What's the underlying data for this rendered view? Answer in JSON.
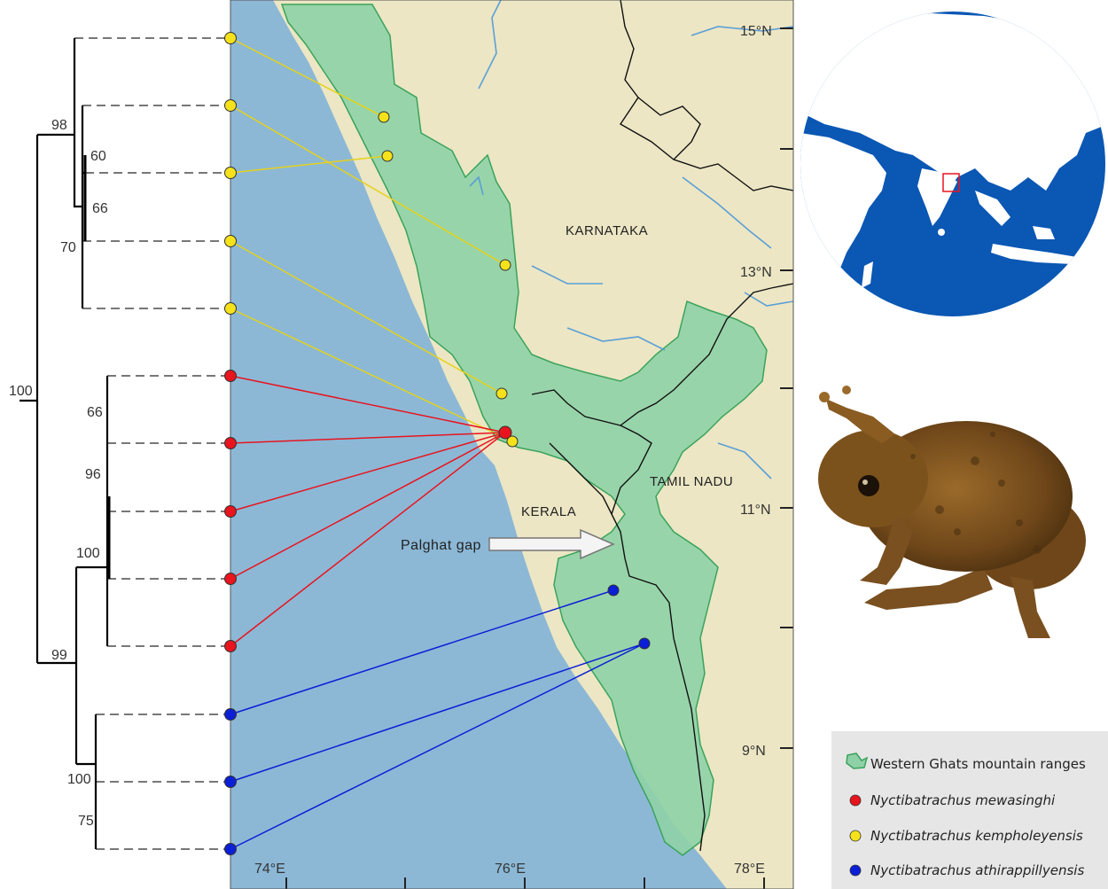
{
  "support_values": [
    "98",
    "60",
    "66",
    "70",
    "100",
    "66",
    "96",
    "100",
    "99",
    "100",
    "75"
  ],
  "map": {
    "states": [
      "KARNATAKA",
      "TAMIL NADU",
      "KERALA"
    ],
    "gap_label": "Palghat gap",
    "latitudes": [
      "15°N",
      "13°N",
      "11°N",
      "9°N"
    ],
    "longitudes": [
      "74°E",
      "76°E",
      "78°E"
    ]
  },
  "legend": {
    "range_label": "Western Ghats mountain ranges",
    "species": [
      {
        "name": "Nyctibatrachus mewasinghi",
        "color": "#e8141e"
      },
      {
        "name": "Nyctibatrachus kempholeyensis",
        "color": "#f5e21a"
      },
      {
        "name": "Nyctibatrachus athirappillyensis",
        "color": "#0b1fd6"
      }
    ]
  },
  "colors": {
    "sea": "#8cb8d6",
    "land": "#ece6c4",
    "ghats": "#8fd1a7",
    "globe_ocean": "#0a57b4",
    "globe_land": "#ffffff"
  }
}
